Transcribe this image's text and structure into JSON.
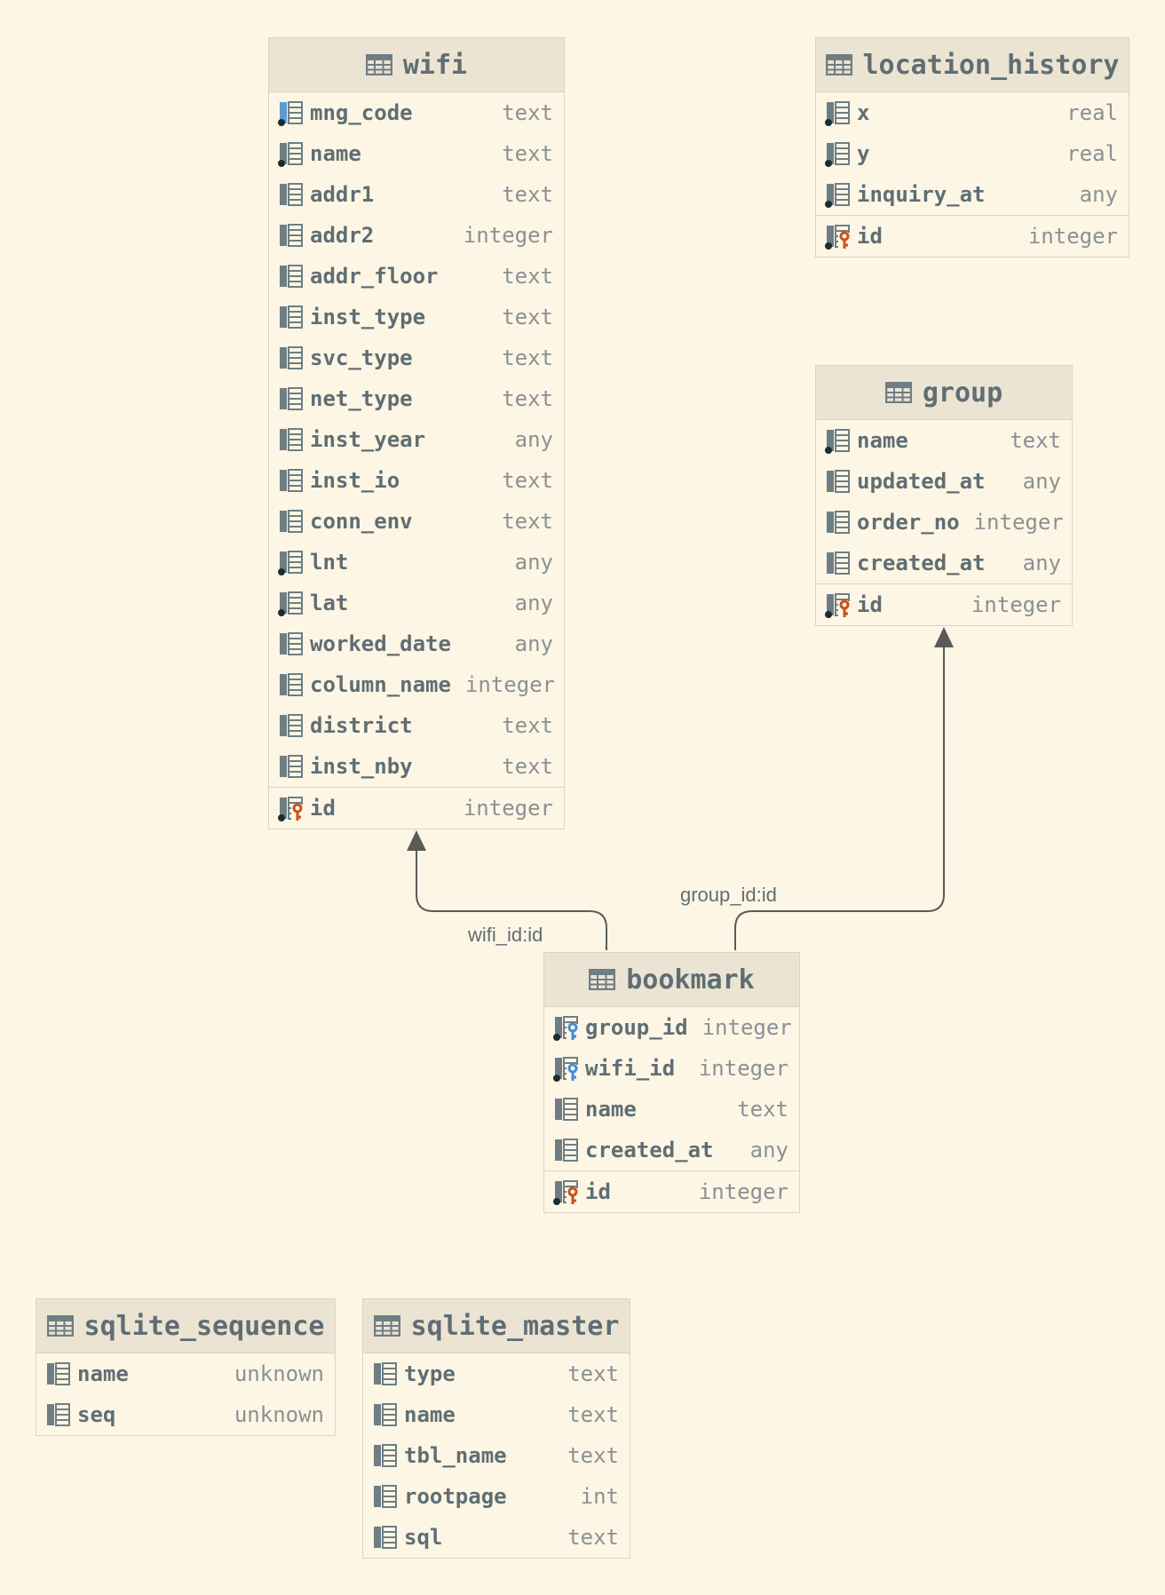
{
  "tables": [
    {
      "id": "wifi",
      "name": "wifi",
      "columns": [
        {
          "name": "mng_code",
          "type": "text",
          "badge": "index",
          "marker": "highlight"
        },
        {
          "name": "name",
          "type": "text",
          "badge": "index"
        },
        {
          "name": "addr1",
          "type": "text"
        },
        {
          "name": "addr2",
          "type": "integer"
        },
        {
          "name": "addr_floor",
          "type": "text"
        },
        {
          "name": "inst_type",
          "type": "text"
        },
        {
          "name": "svc_type",
          "type": "text"
        },
        {
          "name": "net_type",
          "type": "text"
        },
        {
          "name": "inst_year",
          "type": "any"
        },
        {
          "name": "inst_io",
          "type": "text"
        },
        {
          "name": "conn_env",
          "type": "text"
        },
        {
          "name": "lnt",
          "type": "any",
          "badge": "index"
        },
        {
          "name": "lat",
          "type": "any",
          "badge": "index"
        },
        {
          "name": "worked_date",
          "type": "any"
        },
        {
          "name": "column_name",
          "type": "integer"
        },
        {
          "name": "district",
          "type": "text"
        },
        {
          "name": "inst_nby",
          "type": "text"
        }
      ],
      "primary_key": {
        "name": "id",
        "type": "integer",
        "key": "primary-key"
      }
    },
    {
      "id": "location_history",
      "name": "location_history",
      "columns": [
        {
          "name": "x",
          "type": "real",
          "badge": "index"
        },
        {
          "name": "y",
          "type": "real",
          "badge": "index"
        },
        {
          "name": "inquiry_at",
          "type": "any",
          "badge": "index"
        }
      ],
      "primary_key": {
        "name": "id",
        "type": "integer",
        "key": "primary-key"
      }
    },
    {
      "id": "group",
      "name": "group",
      "columns": [
        {
          "name": "name",
          "type": "text",
          "badge": "index"
        },
        {
          "name": "updated_at",
          "type": "any"
        },
        {
          "name": "order_no",
          "type": "integer"
        },
        {
          "name": "created_at",
          "type": "any"
        }
      ],
      "primary_key": {
        "name": "id",
        "type": "integer",
        "key": "primary-key"
      }
    },
    {
      "id": "bookmark",
      "name": "bookmark",
      "columns": [
        {
          "name": "group_id",
          "type": "integer",
          "badge": "index",
          "key": "foreign-key"
        },
        {
          "name": "wifi_id",
          "type": "integer",
          "badge": "index",
          "key": "foreign-key"
        },
        {
          "name": "name",
          "type": "text"
        },
        {
          "name": "created_at",
          "type": "any"
        }
      ],
      "primary_key": {
        "name": "id",
        "type": "integer",
        "key": "primary-key"
      }
    },
    {
      "id": "sqlite_sequence",
      "name": "sqlite_sequence",
      "columns": [
        {
          "name": "name",
          "type": "unknown"
        },
        {
          "name": "seq",
          "type": "unknown"
        }
      ]
    },
    {
      "id": "sqlite_master",
      "name": "sqlite_master",
      "columns": [
        {
          "name": "type",
          "type": "text"
        },
        {
          "name": "name",
          "type": "text"
        },
        {
          "name": "tbl_name",
          "type": "text"
        },
        {
          "name": "rootpage",
          "type": "int"
        },
        {
          "name": "sql",
          "type": "text"
        }
      ]
    }
  ],
  "relations": [
    {
      "from": "bookmark",
      "to": "wifi",
      "label": "wifi_id:id"
    },
    {
      "from": "bookmark",
      "to": "group",
      "label": "group_id:id"
    }
  ],
  "colors": {
    "background": "#fdf6e4",
    "header": "#ece4d2",
    "border": "#d9d4c4",
    "text": "#5f6e74",
    "type_text": "#8a9195",
    "icon": "#6f7e84",
    "primary_key": "#c8511d",
    "foreign_key": "#3f8fd6",
    "index_dot": "#1d2b33",
    "line": "#5a5a5a"
  }
}
